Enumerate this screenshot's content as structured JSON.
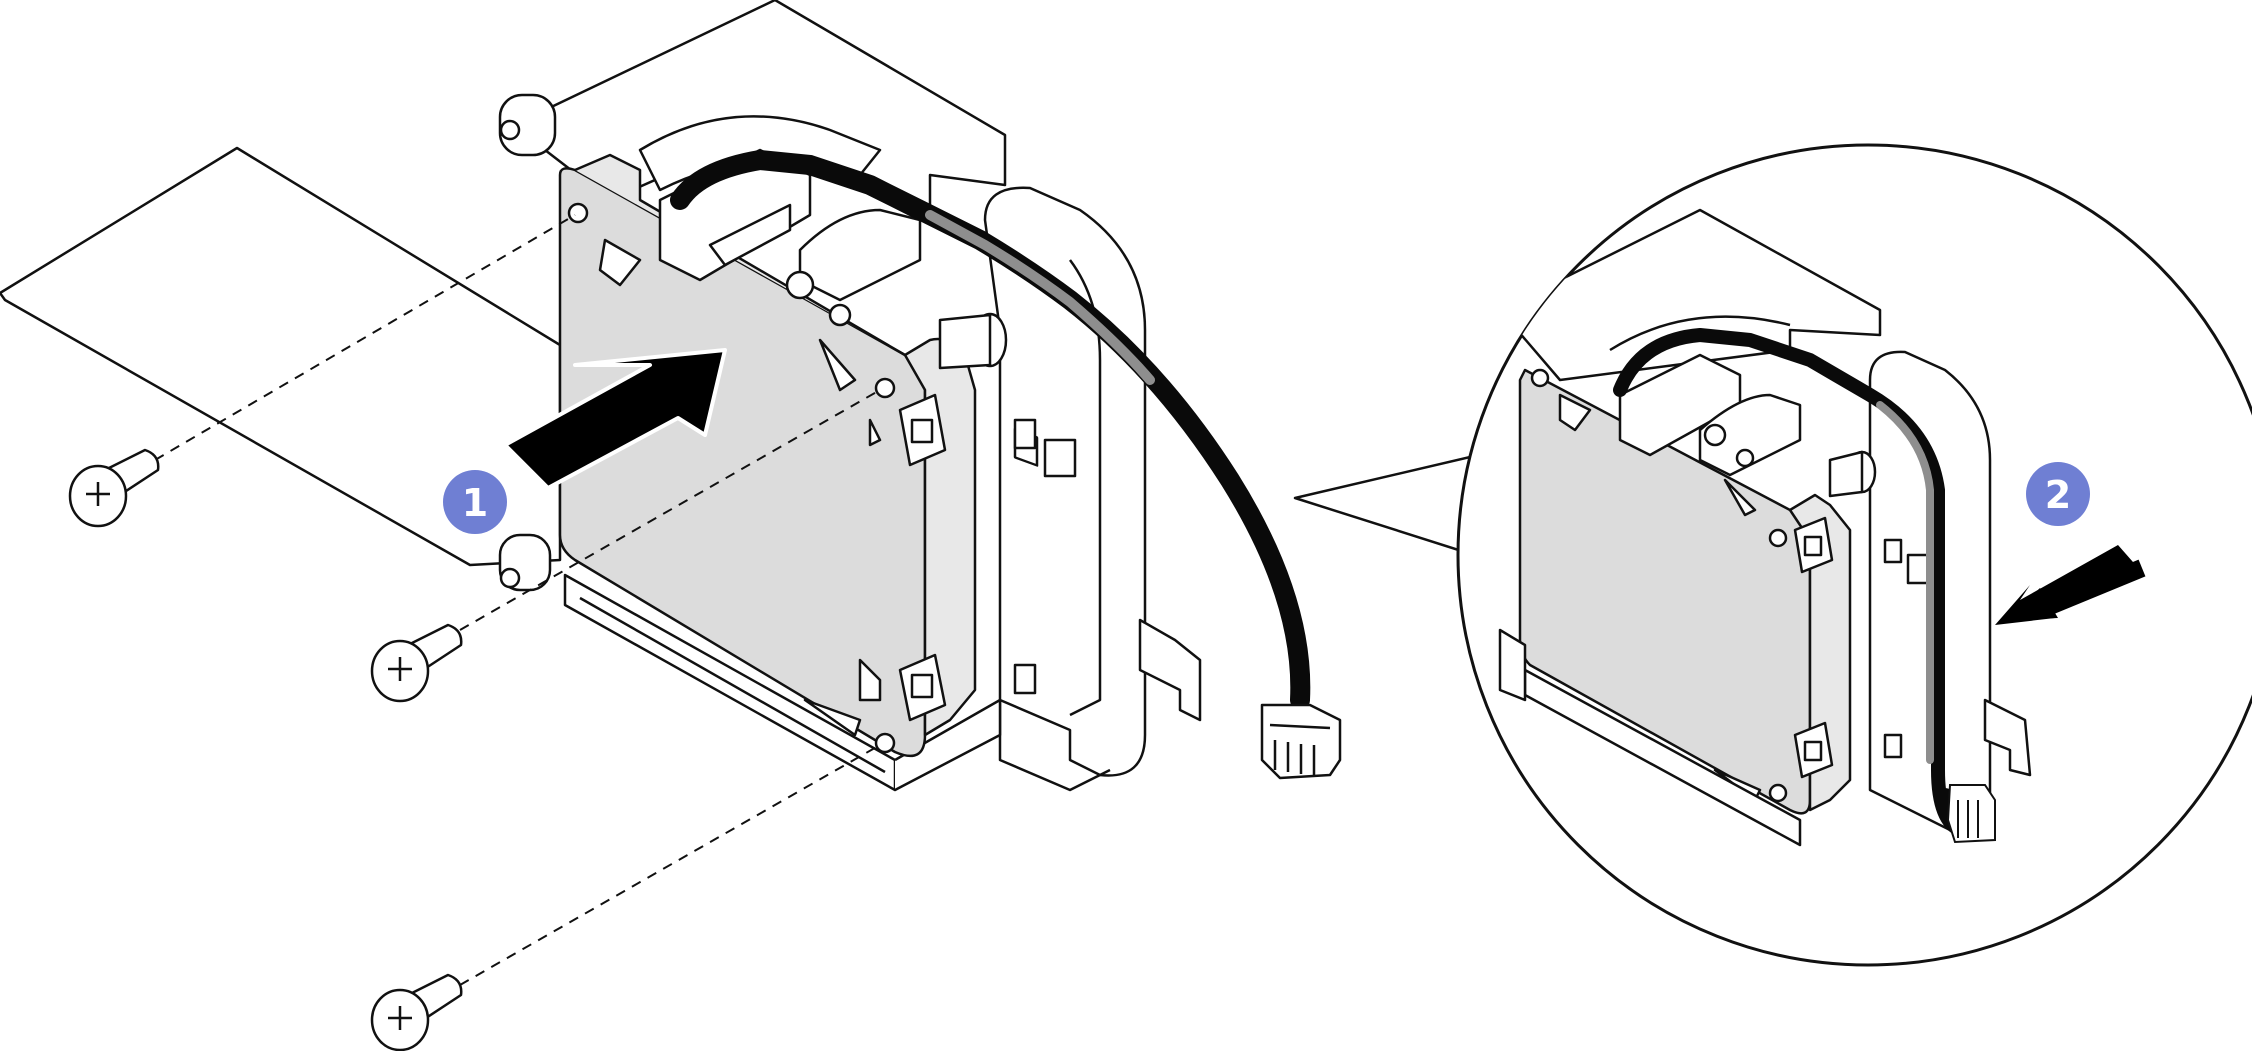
{
  "steps": [
    {
      "number": "1",
      "action": "push-drive-into-bracket-and-fasten-screws"
    },
    {
      "number": "2",
      "action": "connect-cable"
    }
  ],
  "colors": {
    "step_badge": "#6f7fd3",
    "drive_fill": "#dcdcdc",
    "line": "#111111",
    "cable": "#0a0a0a",
    "cable_highlight": "#8e8e8e",
    "background": "#ffffff"
  },
  "icons": [
    "screw-icon",
    "arrow-icon",
    "connector-icon"
  ]
}
